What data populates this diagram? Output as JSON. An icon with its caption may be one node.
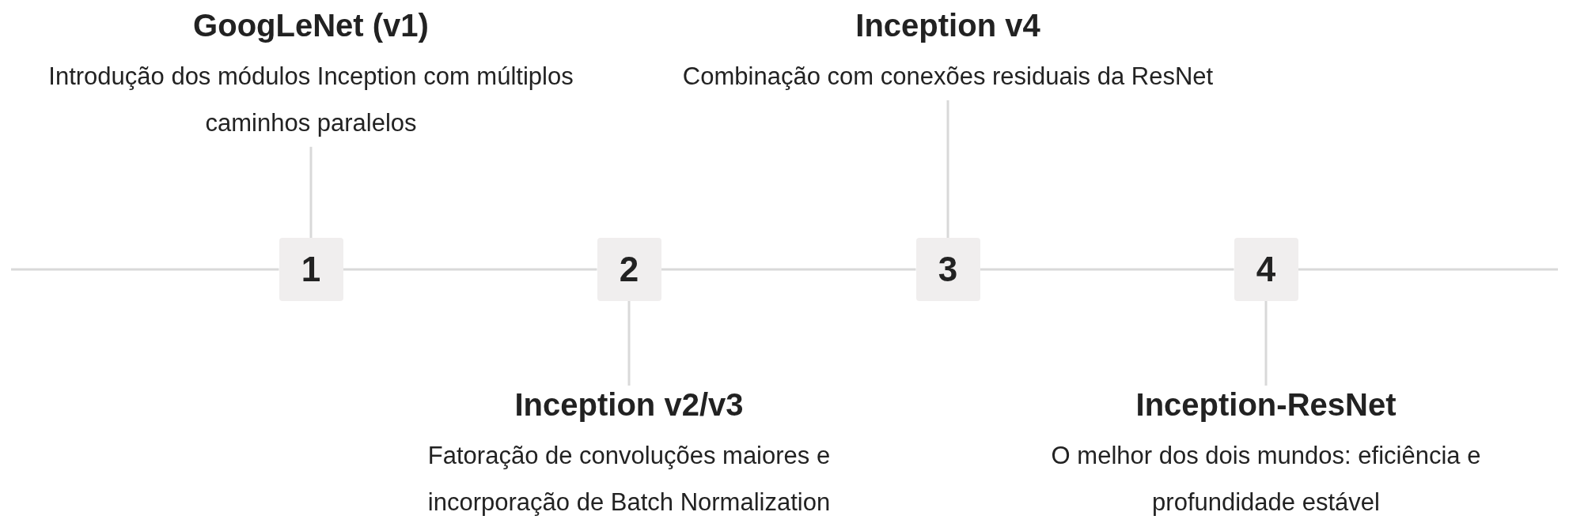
{
  "diagram": {
    "nodes": [
      {
        "text": [
          "GoogLeNet (v1)",
          "Introdução dos módulos Inception com múltiplos caminhos paralelos"
        ]
      },
      {
        "text": [
          "Inception v4",
          "Combinação com conexões residuais da ResNet"
        ]
      },
      {
        "text": [
          "1"
        ]
      },
      {
        "text": [
          "2"
        ]
      },
      {
        "text": [
          "3"
        ]
      },
      {
        "text": [
          "4"
        ]
      },
      {
        "text": [
          "Inception v2/v3",
          "Fatoração de convoluções maiores e incorporação de Batch Normalization"
        ]
      },
      {
        "text": [
          "Inception-ResNet",
          "O melhor dos dois mundos: eficiência e profundidade estável"
        ]
      }
    ],
    "edges": [
      {
        "from": null,
        "to": 2,
        "arrow": "none"
      },
      {
        "from": 2,
        "to": 3,
        "arrow": "none"
      },
      {
        "from": 3,
        "to": 4,
        "arrow": "none"
      },
      {
        "from": 4,
        "to": 5,
        "arrow": "none"
      },
      {
        "from": 5,
        "to": null,
        "arrow": "none"
      },
      {
        "from": 2,
        "to": 0,
        "arrow": "none"
      },
      {
        "from": 3,
        "to": 6,
        "arrow": "none"
      },
      {
        "from": 4,
        "to": 1,
        "arrow": "none"
      },
      {
        "from": 5,
        "to": 7,
        "arrow": "none"
      }
    ]
  }
}
